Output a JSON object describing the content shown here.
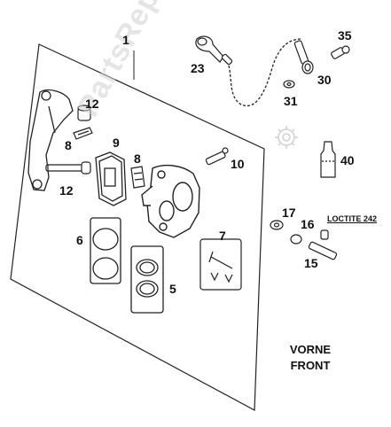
{
  "callouts": {
    "c1": "1",
    "c23": "23",
    "c35": "35",
    "c30": "30",
    "c31": "31",
    "c12a": "12",
    "c8a": "8",
    "c9": "9",
    "c8b": "8",
    "c10": "10",
    "c12b": "12",
    "c40": "40",
    "c6": "6",
    "c7": "7",
    "c5": "5",
    "c17": "17",
    "c16": "16",
    "c15": "15"
  },
  "loctite": "LOCTITE 242",
  "front": {
    "line1": "VORNE",
    "line2": "FRONT"
  },
  "watermark": "PartsRepublik",
  "colors": {
    "line": "#222222",
    "panel_fill": "#ffffff",
    "watermark": "#cccccc"
  }
}
